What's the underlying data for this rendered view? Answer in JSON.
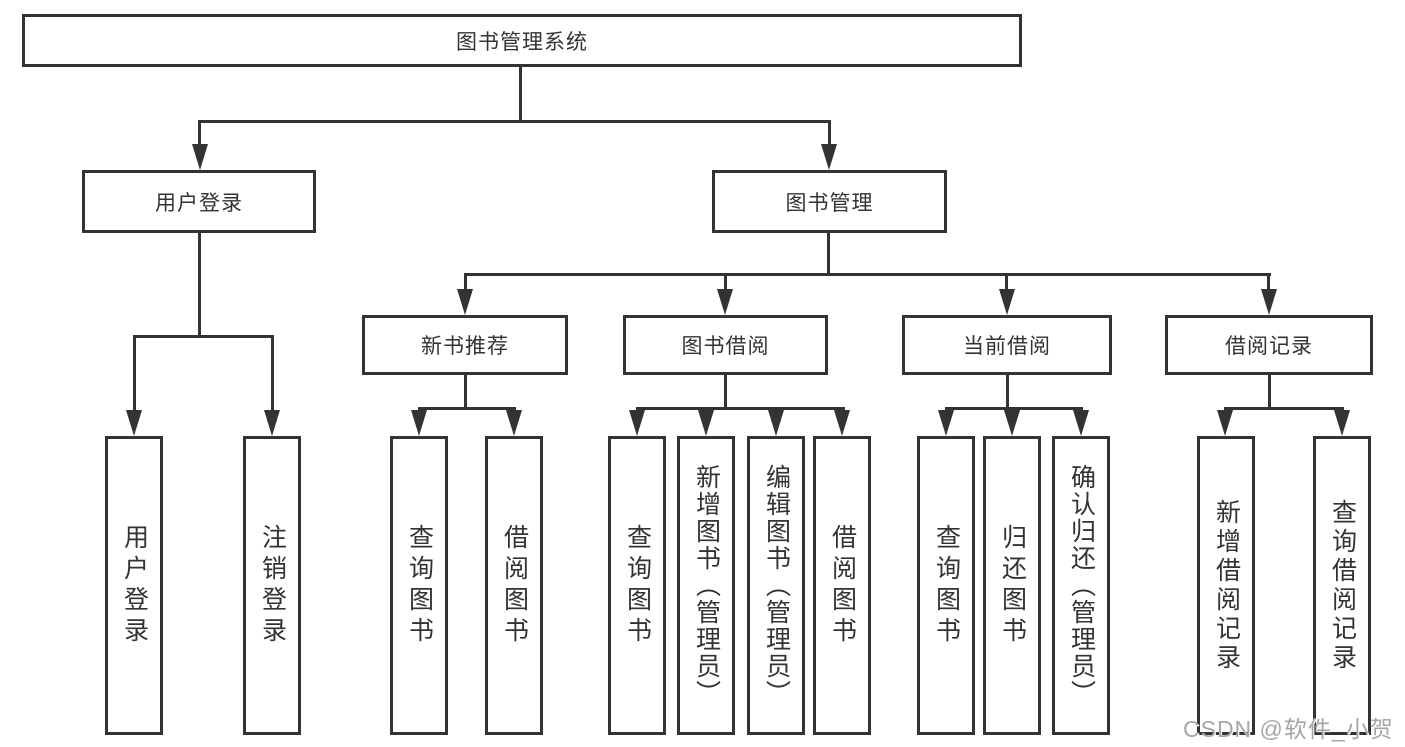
{
  "diagram_type": "hierarchy-tree",
  "nodes": {
    "root": {
      "label": "图书管理系统"
    },
    "user_login": {
      "label": "用户登录"
    },
    "book_management": {
      "label": "图书管理"
    },
    "new_book_recommend": {
      "label": "新书推荐"
    },
    "book_borrowing": {
      "label": "图书借阅"
    },
    "current_borrowing": {
      "label": "当前借阅"
    },
    "borrowing_records": {
      "label": "借阅记录"
    },
    "leaf_user_login": {
      "label": "用户登录"
    },
    "leaf_logout": {
      "label": "注销登录"
    },
    "leaf_query_book_rec": {
      "label": "查询图书"
    },
    "leaf_borrow_book_rec": {
      "label": "借阅图书"
    },
    "leaf_query_book_borrow": {
      "label": "查询图书"
    },
    "leaf_add_book_admin": {
      "label": "新增图书（管理员）"
    },
    "leaf_edit_book_admin": {
      "label": "编辑图书（管理员）"
    },
    "leaf_borrow_book_borrow": {
      "label": "借阅图书"
    },
    "leaf_query_book_current": {
      "label": "查询图书"
    },
    "leaf_return_book": {
      "label": "归还图书"
    },
    "leaf_confirm_return_admin": {
      "label": "确认归还（管理员）"
    },
    "leaf_add_borrow_record": {
      "label": "新增借阅记录"
    },
    "leaf_query_borrow_record": {
      "label": "查询借阅记录"
    }
  },
  "hierarchy": {
    "图书管理系统": {
      "用户登录": [
        "用户登录",
        "注销登录"
      ],
      "图书管理": {
        "新书推荐": [
          "查询图书",
          "借阅图书"
        ],
        "图书借阅": [
          "查询图书",
          "新增图书（管理员）",
          "编辑图书（管理员）",
          "借阅图书"
        ],
        "当前借阅": [
          "查询图书",
          "归还图书",
          "确认归还（管理员）"
        ],
        "借阅记录": [
          "新增借阅记录",
          "查询借阅记录"
        ]
      }
    }
  },
  "watermark": {
    "text": "CSDN @软件_小贺同学"
  },
  "colors": {
    "line": "#333333",
    "box_border": "#333333",
    "box_fill": "#ffffff",
    "text": "#333333",
    "watermark": "#a6a6a6",
    "background": "#ffffff"
  }
}
